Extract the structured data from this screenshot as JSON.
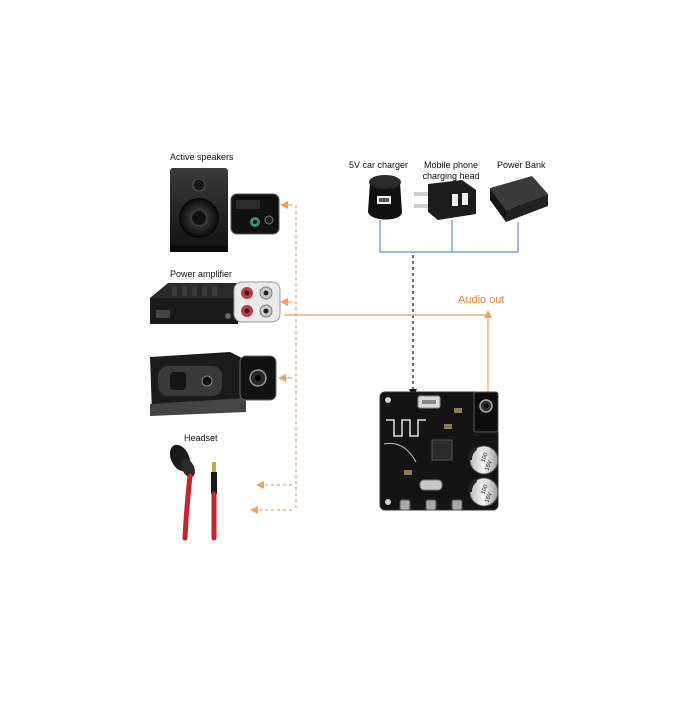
{
  "labels": {
    "active_speakers": "Active speakers",
    "power_amplifier": "Power amplifier",
    "headset": "Headset",
    "car_charger": "5V car charger",
    "phone_head_line1": "Mobile phone",
    "phone_head_line2": "charging head",
    "power_bank": "Power Bank",
    "audio_out": "Audio out"
  },
  "board": {
    "capacitor_top_text": "100",
    "capacitor_top_sub": "16V",
    "capacitor_bottom_text": "100",
    "capacitor_bottom_sub": "16V"
  },
  "colors": {
    "audio_line": "#f0a060",
    "audio_text": "#e8873a",
    "power_line": "#5b8fd6",
    "power_dashed": "#111111",
    "device_dark": "#1c1c1c",
    "cable_red": "#c8242c"
  }
}
